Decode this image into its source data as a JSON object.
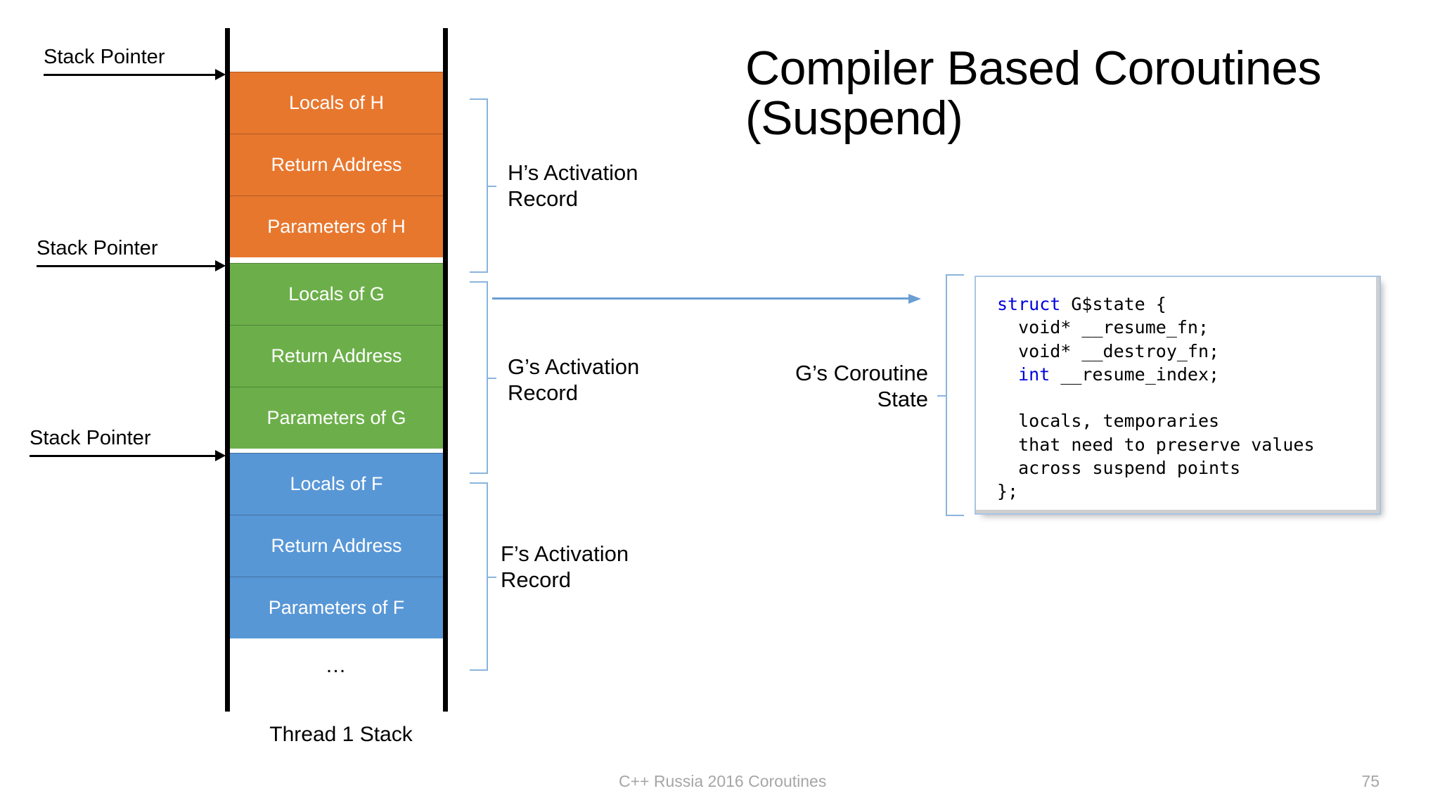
{
  "slide": {
    "title_line1": "Compiler Based Coroutines",
    "title_line2": "(Suspend)",
    "thread_label": "Thread 1 Stack",
    "ellipsis": "…"
  },
  "colors": {
    "orange": "#E8772E",
    "green": "#6CAF4A",
    "blue": "#5897D6",
    "brace": "#8AB4DC",
    "arrow": "#6A9FD4",
    "code_keyword": "#0000E0",
    "code_border": "#A7C6E4",
    "footer_text": "#A6A6A6"
  },
  "stack": {
    "frames": [
      {
        "name": "H",
        "color_key": "orange",
        "record_label_line1": "H’s Activation",
        "record_label_line2": "Record",
        "slots": [
          "Locals of H",
          "Return Address",
          "Parameters of H"
        ]
      },
      {
        "name": "G",
        "color_key": "green",
        "record_label_line1": "G’s Activation",
        "record_label_line2": "Record",
        "slots": [
          "Locals of G",
          "Return Address",
          "Parameters of G"
        ]
      },
      {
        "name": "F",
        "color_key": "blue",
        "record_label_line1": "F’s Activation",
        "record_label_line2": "Record",
        "slots": [
          "Locals of F",
          "Return Address",
          "Parameters of F"
        ]
      }
    ]
  },
  "stack_pointers": [
    {
      "label": "Stack Pointer",
      "points_to": "Locals of H"
    },
    {
      "label": "Stack Pointer",
      "points_to": "Locals of G"
    },
    {
      "label": "Stack Pointer",
      "points_to": "Locals of F"
    }
  ],
  "coroutine_state": {
    "label_line1": "G’s Coroutine",
    "label_line2": "State",
    "code": [
      {
        "kw": "struct",
        "rest": " G$state {"
      },
      {
        "kw": "",
        "rest": "  void* __resume_fn;"
      },
      {
        "kw": "",
        "rest": "  void* __destroy_fn;"
      },
      {
        "kw": "  int",
        "rest": " __resume_index;"
      },
      {
        "kw": "",
        "rest": ""
      },
      {
        "kw": "",
        "rest": "  locals, temporaries"
      },
      {
        "kw": "",
        "rest": "  that need to preserve values"
      },
      {
        "kw": "",
        "rest": "  across suspend points"
      },
      {
        "kw": "",
        "rest": "};"
      }
    ]
  },
  "footer": {
    "note": "C++ Russia 2016 Coroutines",
    "page": "75"
  }
}
